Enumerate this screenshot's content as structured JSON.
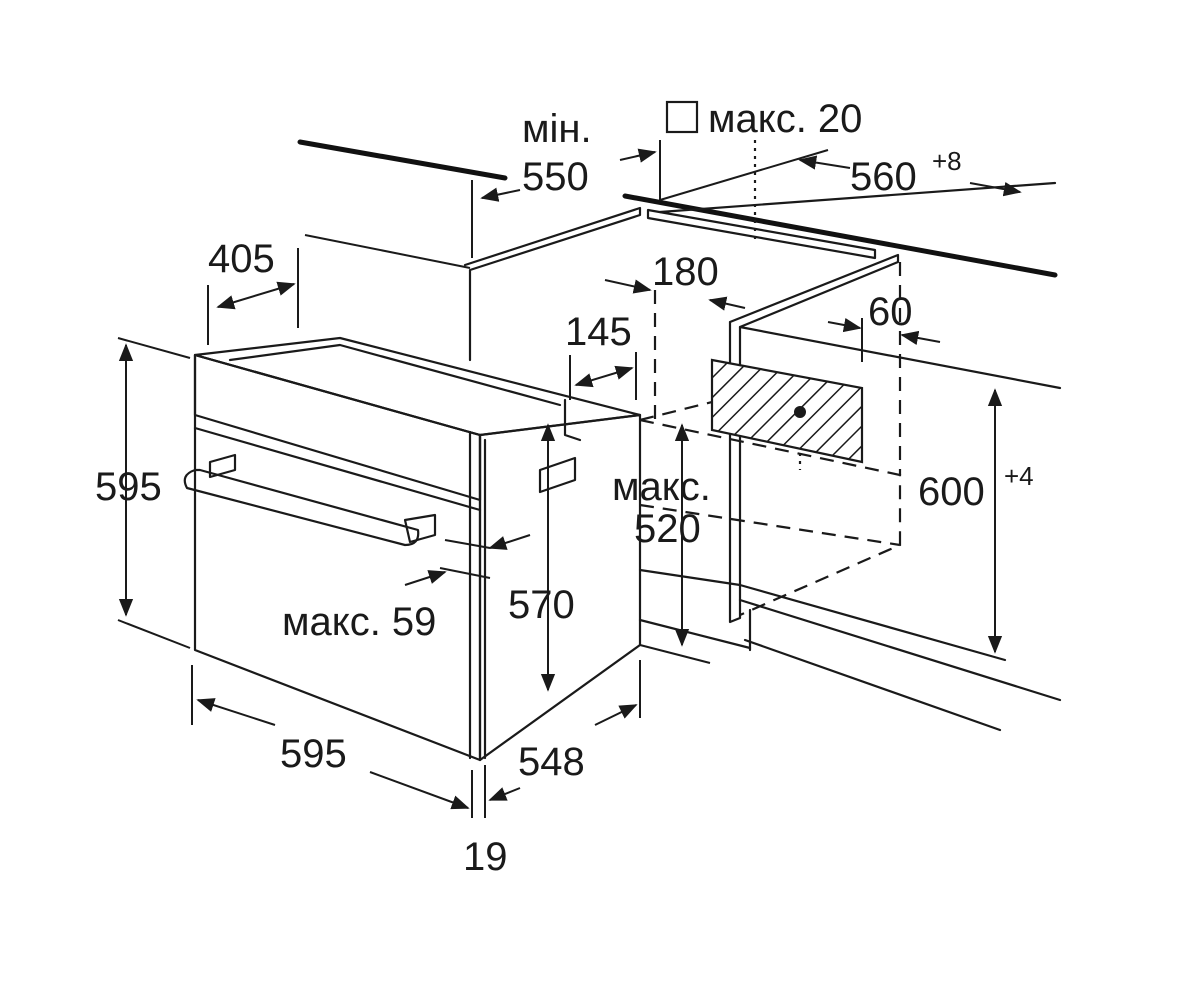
{
  "labels": {
    "min": "мін.",
    "min_value": "550",
    "max_top": "макс. 20",
    "width_cutout": "560",
    "width_cutout_tol": "+8",
    "d405": "405",
    "d180": "180",
    "d60": "60",
    "d145": "145",
    "height_oven": "595",
    "max_520_a": "макс.",
    "max_520_b": "520",
    "height_cutout": "600",
    "height_cutout_tol": "+4",
    "max_59": "макс. 59",
    "d570": "570",
    "width_oven": "595",
    "depth_oven": "548",
    "d19": "19"
  }
}
